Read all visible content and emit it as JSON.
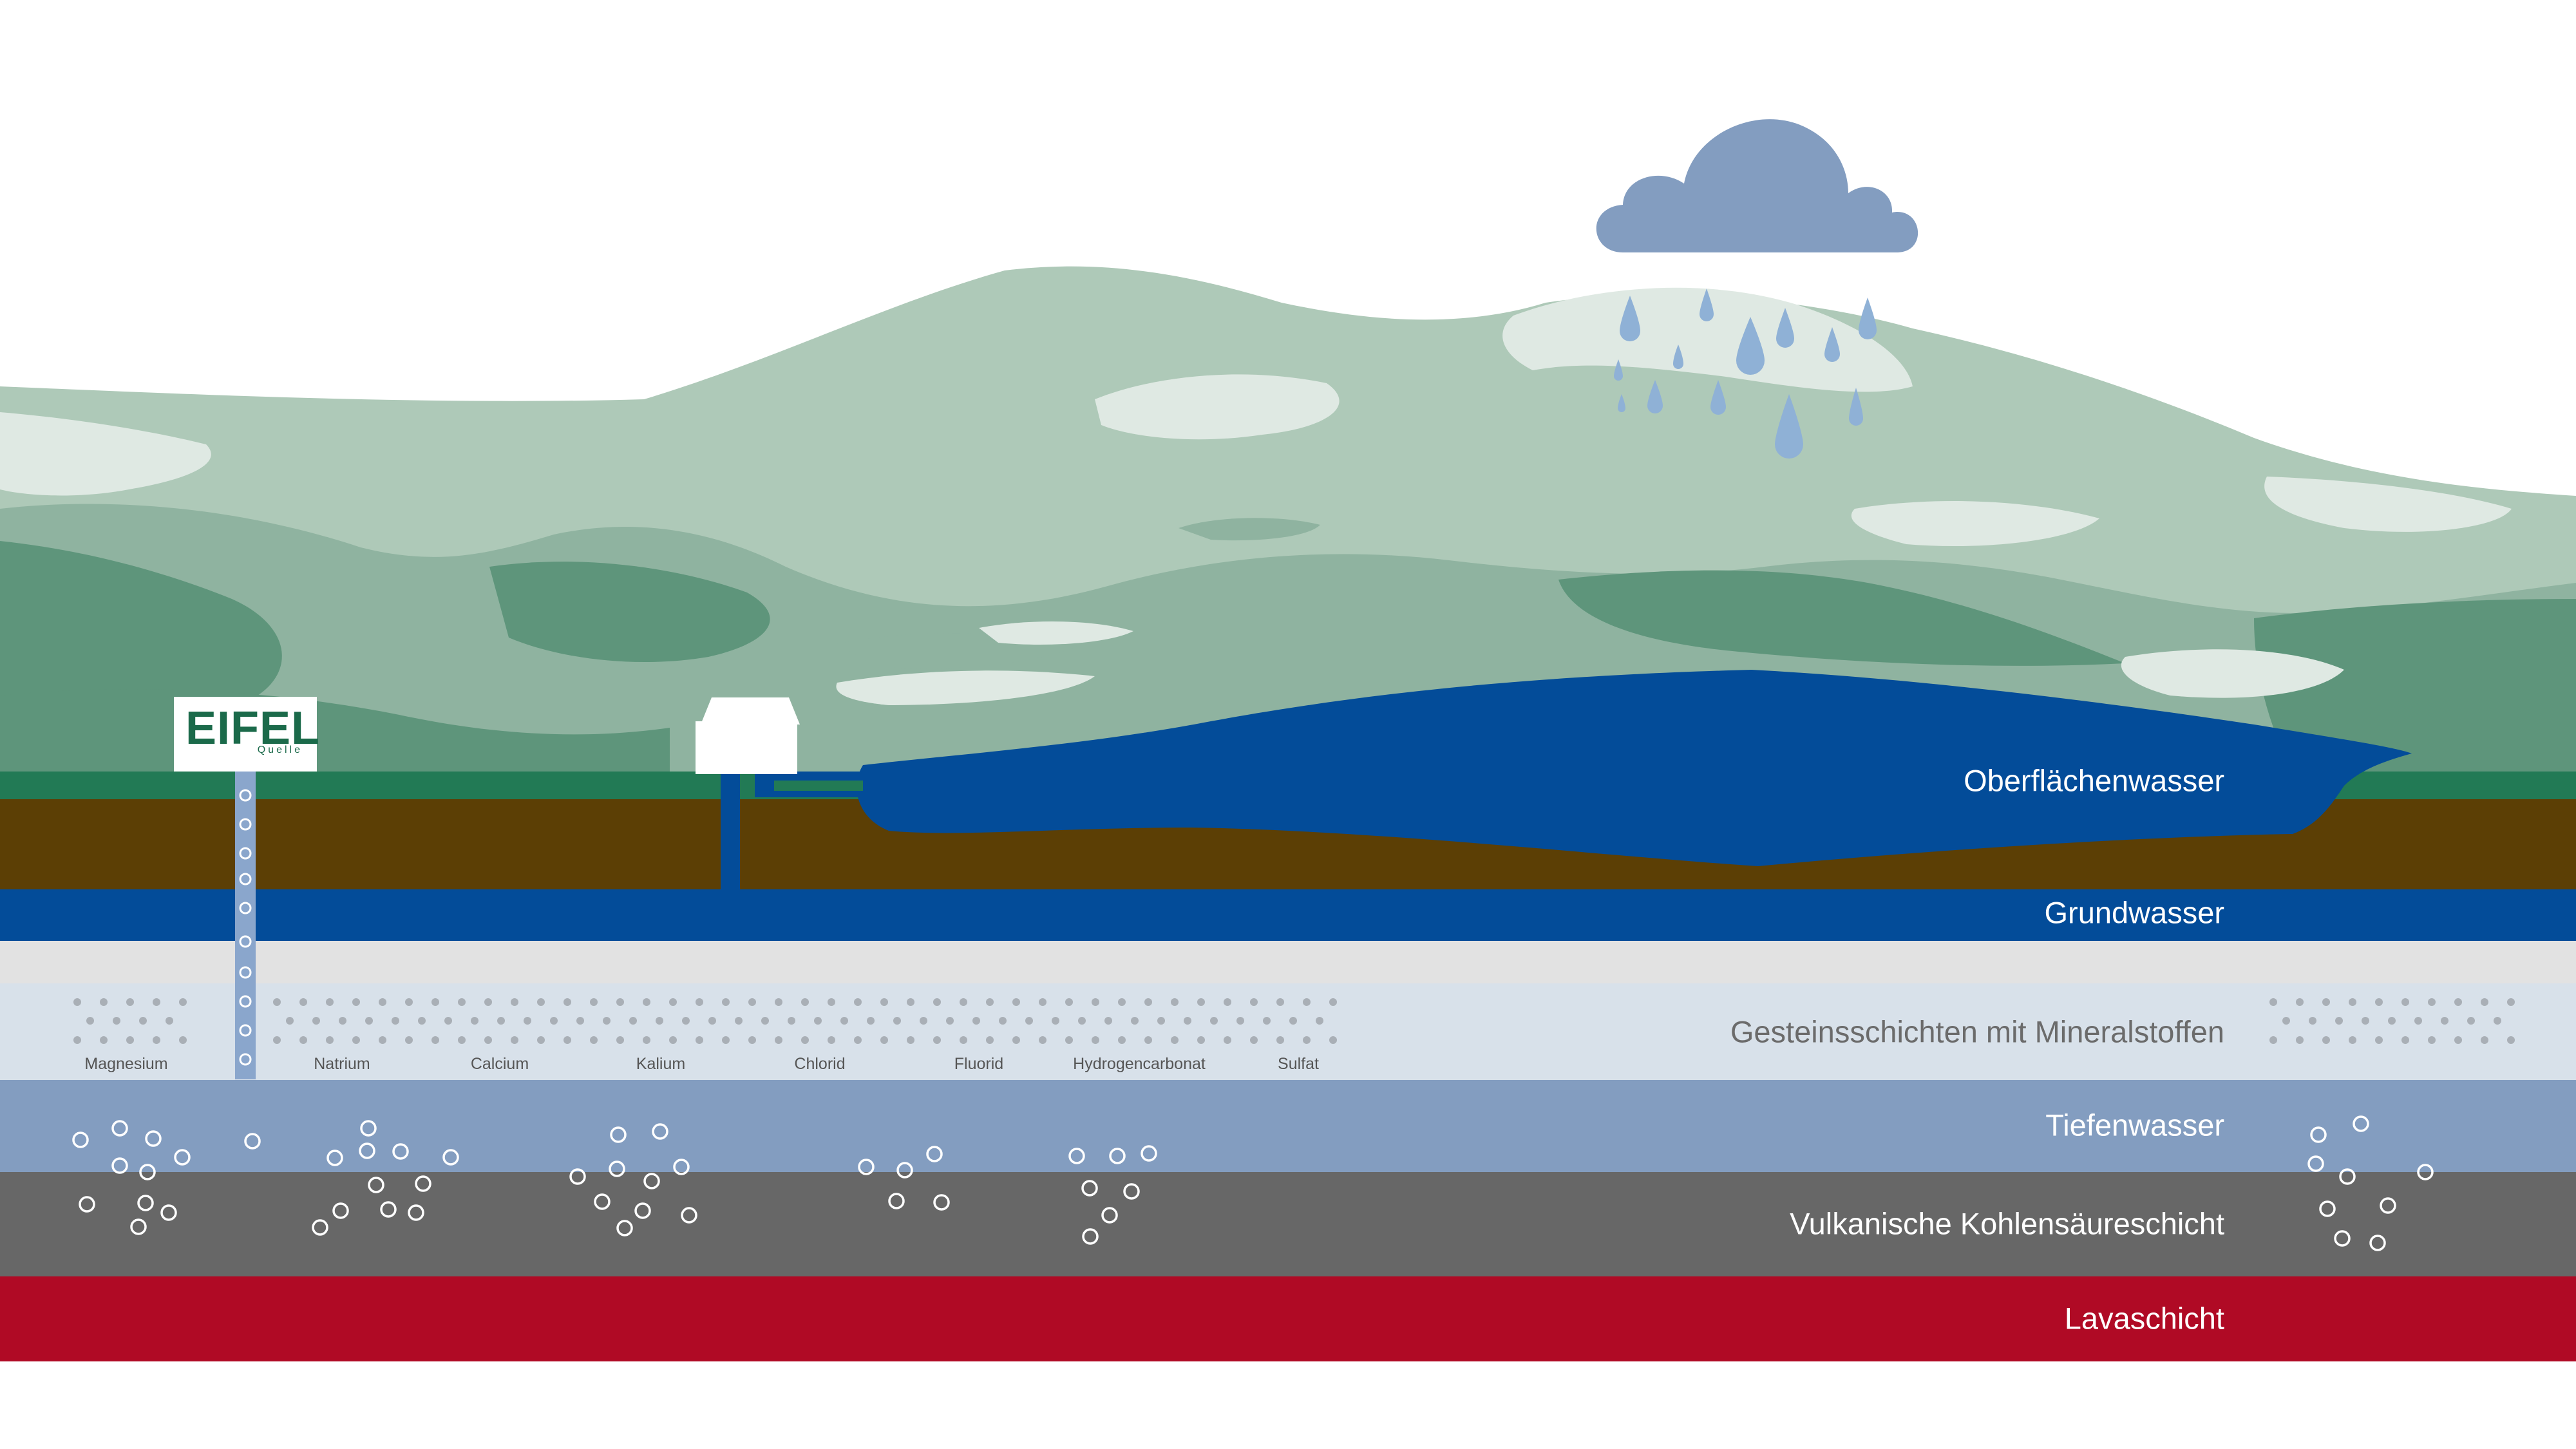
{
  "colors": {
    "sky": "#ffffff",
    "mountain_light": "#aec9b8",
    "mountain_pale": "#dfe9e3",
    "mountain_mid": "#8fb3a0",
    "mountain_dark": "#5e957b",
    "grass": "#227a55",
    "soil": "#5c3f05",
    "surface_water": "#034c99",
    "groundwater": "#034c99",
    "gray_band": "#e2e2e2",
    "mineral_band": "#d8e1ea",
    "deep_water": "#839dc0",
    "volcanic": "#676767",
    "lava": "#b00a25",
    "cloud": "#839dc0",
    "rain": "#8fb1d6"
  },
  "logo": {
    "title": "EIFEL",
    "subtitle": "Quelle",
    "icon": "eifel-quelle-logo"
  },
  "layers": {
    "surface_water": "Oberflächenwasser",
    "groundwater": "Grundwasser",
    "minerals": "Gesteinsschichten mit Mineralstoffen",
    "deep_water": "Tiefenwasser",
    "volcanic": "Vulkanische Kohlensäureschicht",
    "lava": "Lavaschicht"
  },
  "minerals": [
    "Magnesium",
    "Natrium",
    "Calcium",
    "Kalium",
    "Chlorid",
    "Fluorid",
    "Hydrogencarbonat",
    "Sulfat"
  ],
  "icons": [
    "rain-cloud-icon",
    "raindrop-icon",
    "wellhouse-icon",
    "bubble-icon",
    "mineral-dot-icon"
  ]
}
